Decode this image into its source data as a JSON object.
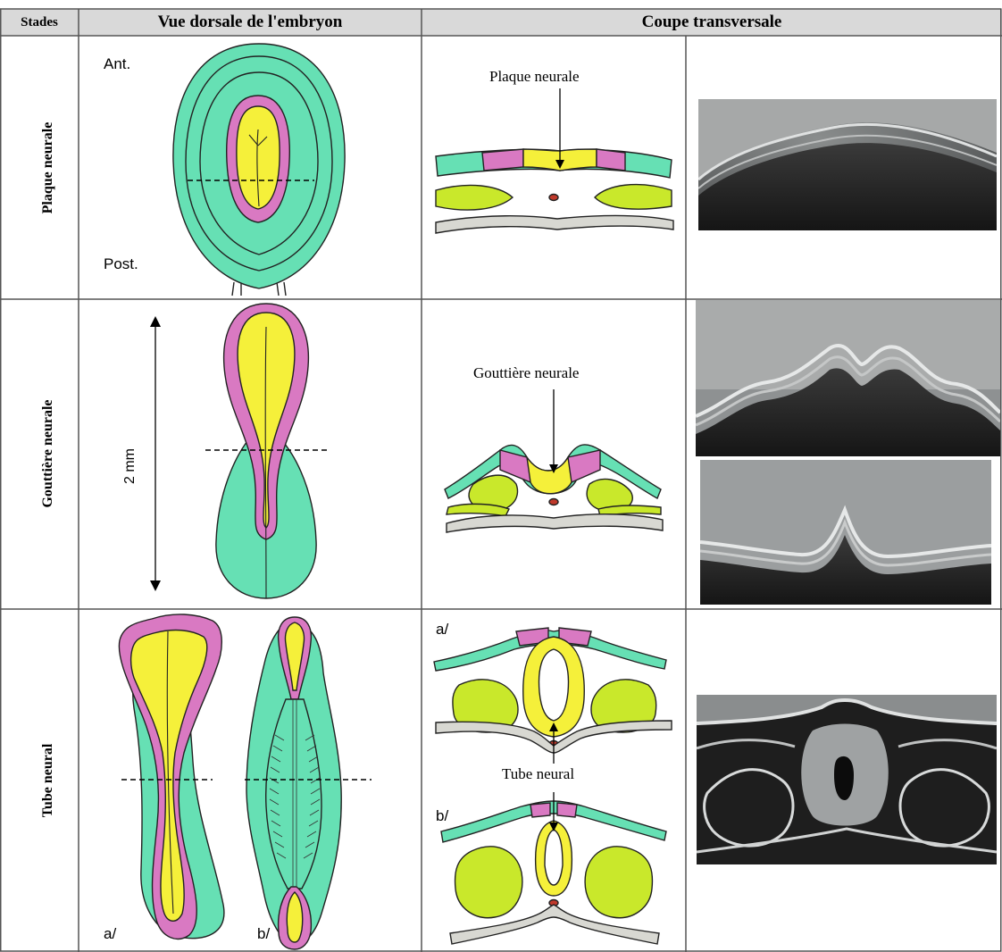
{
  "header": {
    "col_stages": "Stades",
    "col_dorsal": "Vue dorsale de l'embryon",
    "col_section": "Coupe transversale"
  },
  "rows": [
    {
      "stage": "Plaque neurale"
    },
    {
      "stage": "Gouttière neurale"
    },
    {
      "stage": "Tube neural"
    }
  ],
  "labels": {
    "anterior": "Ant.",
    "posterior": "Post.",
    "scale": "2 mm",
    "plate_callout": "Plaque neurale",
    "groove_callout": "Gouttière neurale",
    "tube_callout": "Tube neural",
    "sub_a": "a/",
    "sub_b": "b/"
  },
  "colors": {
    "ectoderm": "#66e0b4",
    "neural_plate": "#f5f03a",
    "neural_fold": "#d979c2",
    "mesoderm": "#c9e82b",
    "endoderm": "#d8d8d2",
    "notochord": "#c0392b",
    "grid": "#555555"
  }
}
